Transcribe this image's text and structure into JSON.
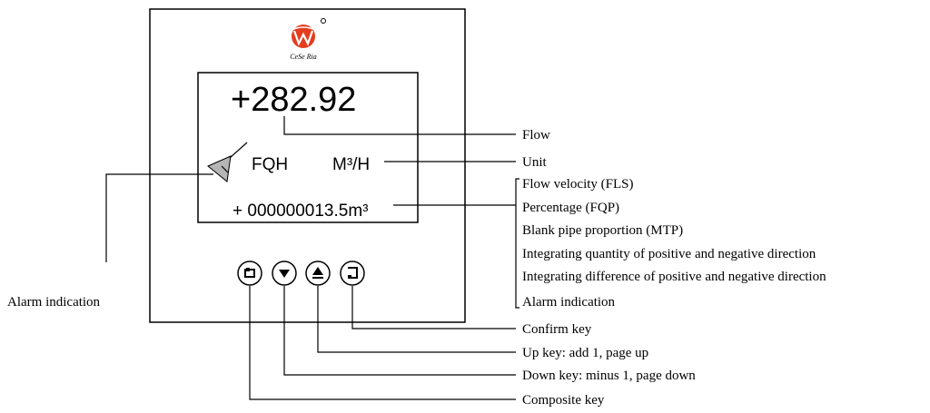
{
  "device": {
    "brand_text": "CeSe Ria",
    "display": {
      "flow_value": "+282.92",
      "flow_label": "FQH",
      "unit": "M³/H",
      "total": "+ 000000013.5m³"
    },
    "keys": [
      "composite-key",
      "down-key",
      "up-key",
      "confirm-key"
    ]
  },
  "labels": {
    "flow": "Flow",
    "unit": "Unit",
    "alarm_left": "Alarm indication",
    "multi": [
      "Flow velocity (FLS)",
      "Percentage (FQP)",
      "Blank pipe proportion (MTP)",
      "Integrating quantity of positive and negative direction",
      "Integrating difference of positive and negative direction",
      "Alarm indication"
    ],
    "confirm": "Confirm key",
    "up": "Up key: add 1, page up",
    "down": "Down key: minus 1, page down",
    "composite": "Composite key"
  },
  "colors": {
    "logo_red": "#e53c1f",
    "lines": "#000000"
  }
}
